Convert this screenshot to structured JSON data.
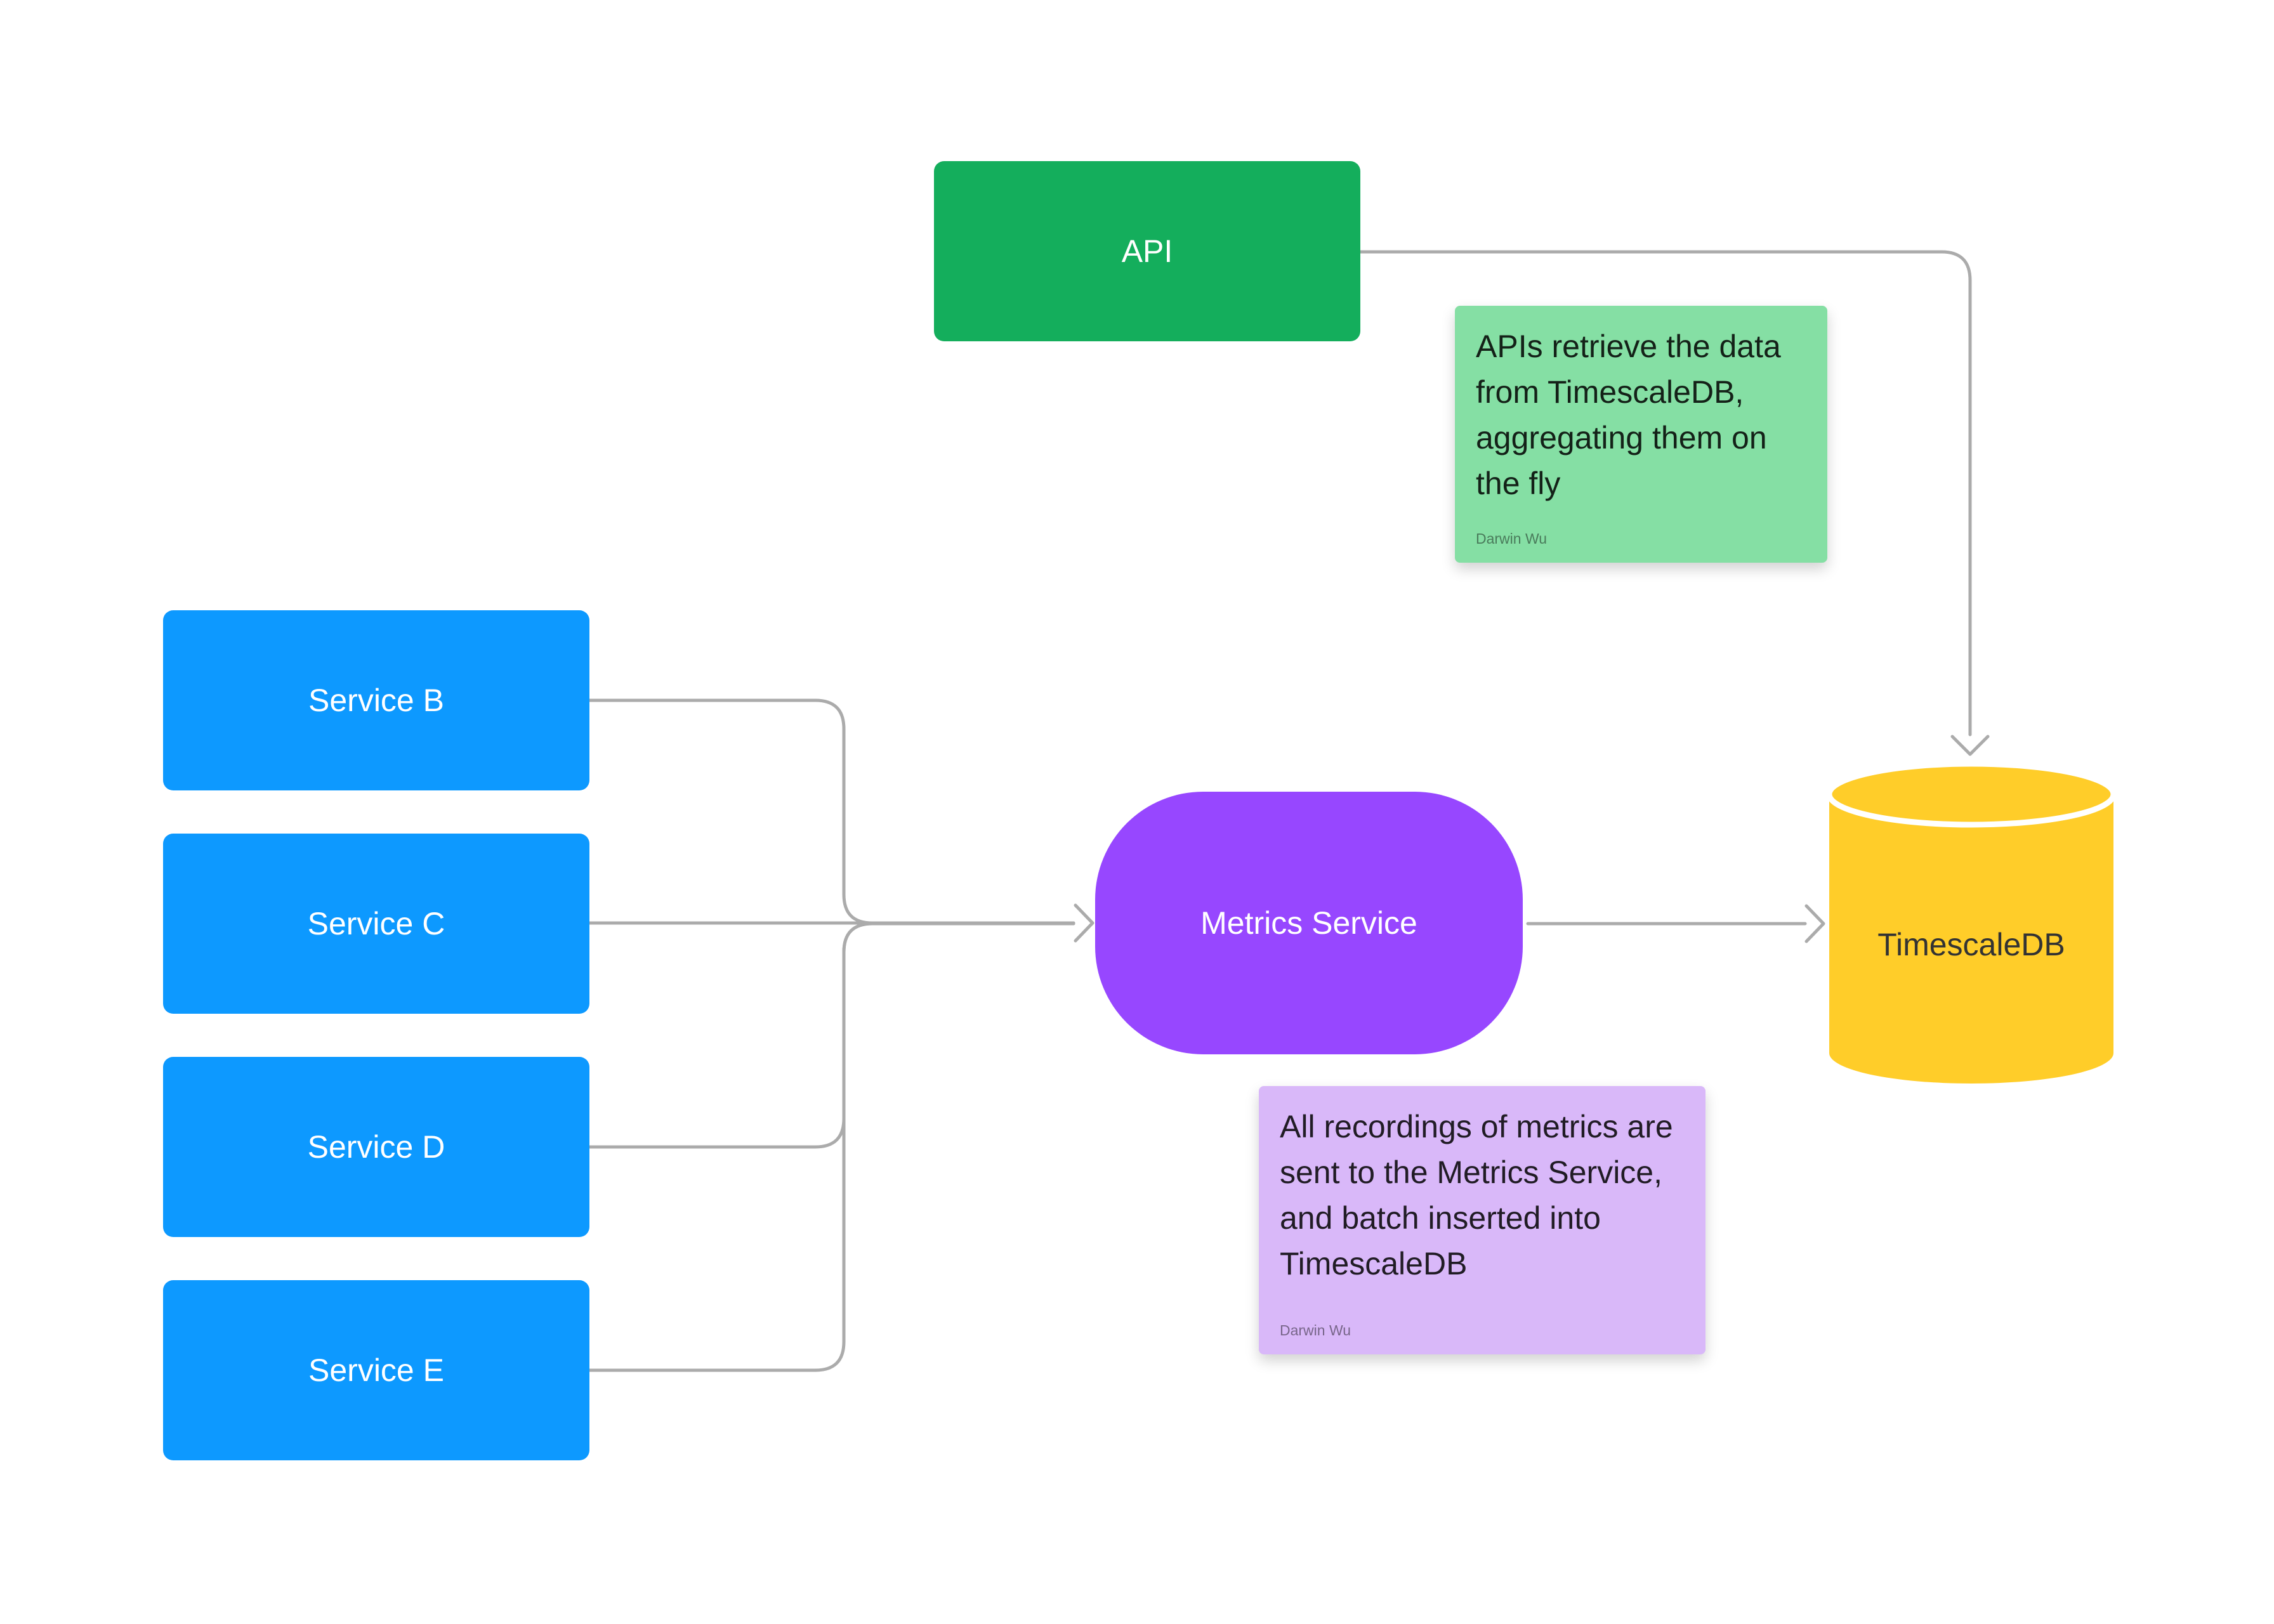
{
  "canvas": {
    "background": "#ffffff"
  },
  "nodes": {
    "api": {
      "label": "API",
      "color": "#14AE5C",
      "text_color": "#ffffff"
    },
    "services": [
      {
        "label": "Service B"
      },
      {
        "label": "Service C"
      },
      {
        "label": "Service D"
      },
      {
        "label": "Service E"
      }
    ],
    "services_color": "#0D99FF",
    "metrics": {
      "label": "Metrics Service",
      "color": "#9747FF",
      "text_color": "#ffffff"
    },
    "db": {
      "label": "TimescaleDB",
      "color": "#FFCD29",
      "text_color": "#333333",
      "shape": "cylinder"
    }
  },
  "notes": {
    "green": {
      "text": "APIs retrieve the data\nfrom TimescaleDB,\naggregating them on\nthe fly",
      "author": "Darwin Wu",
      "color": "#85DFA4"
    },
    "purple": {
      "text": "All recordings of metrics are\nsent to the Metrics Service,\nand batch inserted into\nTimescaleDB",
      "author": "Darwin Wu",
      "color": "#D9B8F9"
    }
  },
  "connectors": {
    "color": "#ABABAB",
    "list": [
      {
        "from": "service-b",
        "to": "metrics-service"
      },
      {
        "from": "service-c",
        "to": "metrics-service"
      },
      {
        "from": "service-d",
        "to": "metrics-service"
      },
      {
        "from": "service-e",
        "to": "metrics-service"
      },
      {
        "from": "metrics-service",
        "to": "timescaledb"
      },
      {
        "from": "api",
        "to": "timescaledb"
      }
    ]
  }
}
